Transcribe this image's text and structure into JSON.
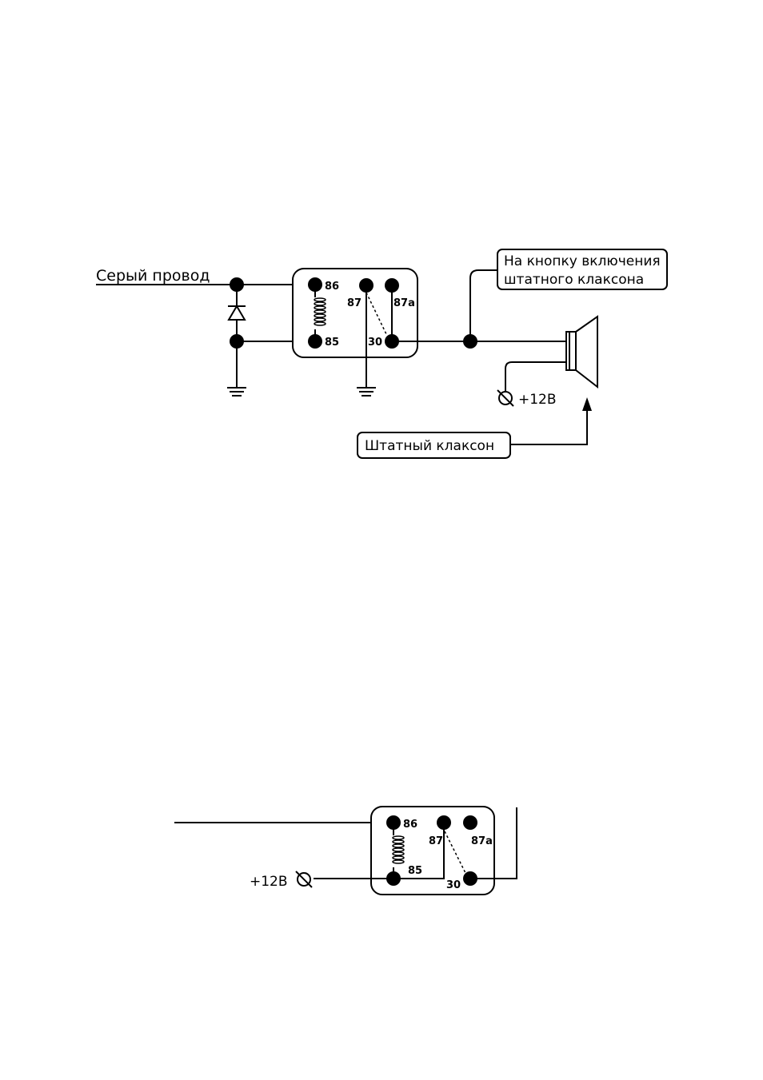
{
  "diagram_top": {
    "wire_label": "Серый провод",
    "callout_button_line1": "На кнопку включения",
    "callout_button_line2": "штатного клаксона",
    "callout_horn": "Штатный клаксон",
    "supply_label": "+12В",
    "relay_pins": {
      "p86": "86",
      "p85": "85",
      "p87": "87",
      "p87a": "87a",
      "p30": "30"
    }
  },
  "diagram_bottom": {
    "supply_label": "+12В",
    "relay_pins": {
      "p86": "86",
      "p85": "85",
      "p87": "87",
      "p87a": "87a",
      "p30": "30"
    }
  },
  "colors": {
    "ink": "#000000",
    "paper": "#ffffff"
  }
}
